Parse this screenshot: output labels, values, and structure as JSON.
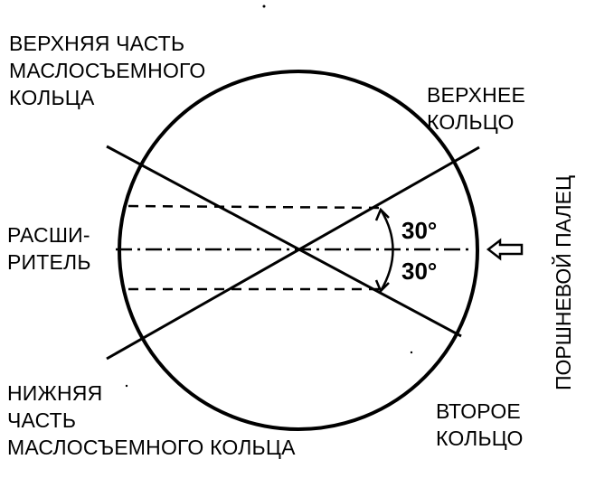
{
  "labels": {
    "top_oil_ring": [
      "ВЕРХНЯЯ ЧАСТЬ",
      "МАСЛОСЪЕМНОГО",
      "КОЛЬЦА"
    ],
    "top_ring": [
      "ВЕРХНЕЕ",
      "КОЛЬЦО"
    ],
    "expander": [
      "РАСШИ-",
      "РИТЕЛЬ"
    ],
    "bottom_oil_ring": [
      "НИЖНЯЯ",
      "ЧАСТЬ",
      "МАСЛОСЪЕМНОГО КОЛЬЦА"
    ],
    "second_ring": [
      "ВТОРОЕ",
      "КОЛЬЦО"
    ],
    "piston_pin": "ПОРШНЕВОЙ ПАЛЕЦ"
  },
  "angles": {
    "upper": "30°",
    "lower": "30°"
  },
  "colors": {
    "ink": "#000000",
    "paper": "#ffffff"
  },
  "icons": {
    "pin_direction": "arrow-left-icon"
  }
}
